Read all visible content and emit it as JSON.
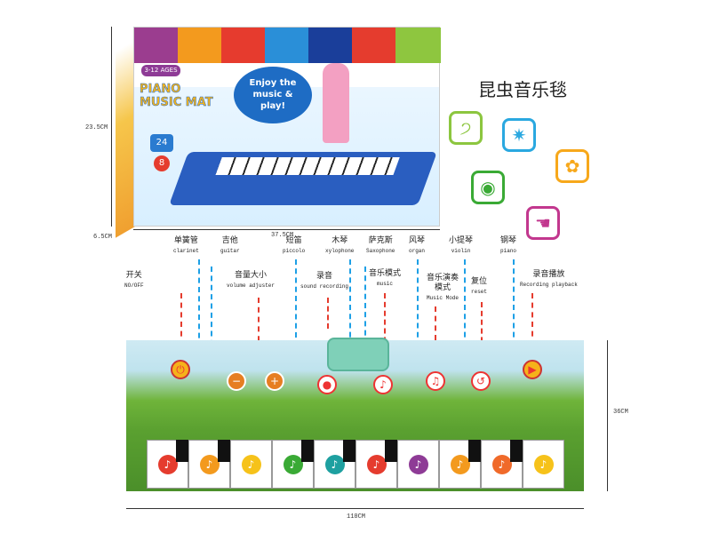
{
  "title": "昆虫音乐毯",
  "box": {
    "brand": "PIANO MUSIC MAT",
    "slogan": "Enjoy the music & play!",
    "ages": "3-12 AGES",
    "badge1": "24",
    "badge2": "8"
  },
  "dimensions": {
    "box_height": "23.5CM",
    "box_width": "37.5CM",
    "box_depth": "6.5CM",
    "mat_height": "36CM",
    "mat_width": "110CM"
  },
  "feature_icons": [
    {
      "name": "ear-icon",
      "color": "#8cc63f"
    },
    {
      "name": "sparkle-icon",
      "color": "#2aa8e0"
    },
    {
      "name": "brain-icon",
      "color": "#f7a81b"
    },
    {
      "name": "eye-icon",
      "color": "#3aaa35"
    },
    {
      "name": "hand-icon",
      "color": "#c2378e"
    }
  ],
  "top_labels": [
    {
      "cn": "单簧管",
      "en": "clarinet"
    },
    {
      "cn": "吉他",
      "en": "guitar"
    },
    {
      "cn": "短笛",
      "en": "piccolo"
    },
    {
      "cn": "木琴",
      "en": "xylophone"
    },
    {
      "cn": "萨克斯",
      "en": "Saxophone"
    },
    {
      "cn": "风琴",
      "en": "organ"
    },
    {
      "cn": "小提琴",
      "en": "violin"
    },
    {
      "cn": "钢琴",
      "en": "piano"
    }
  ],
  "mid_labels": [
    {
      "cn": "开关",
      "en": "NO/OFF"
    },
    {
      "cn": "音量大小",
      "en": "volume adjuster"
    },
    {
      "cn": "录音",
      "en": "sound recording"
    },
    {
      "cn": "音乐模式",
      "en": "music"
    },
    {
      "cn": "音乐演奏模式",
      "en": "Music Mode"
    },
    {
      "cn": "复位",
      "en": "reset"
    },
    {
      "cn": "录音播放",
      "en": "Recording playback"
    }
  ],
  "colors": {
    "blue_line": "#1ea0e6",
    "red_line": "#e53c2e"
  }
}
